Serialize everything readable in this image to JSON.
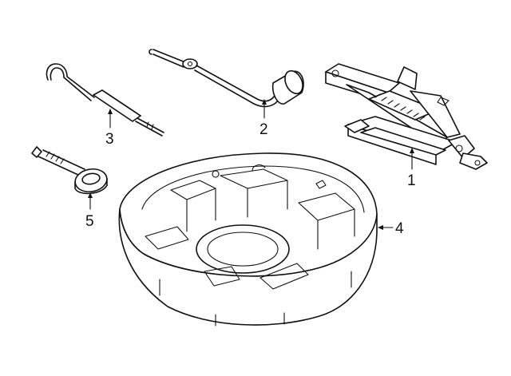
{
  "diagram": {
    "parts": [
      {
        "key": "jack",
        "callout": "1",
        "icon": "scissor-jack-icon"
      },
      {
        "key": "handle",
        "callout": "2",
        "icon": "jack-handle-icon"
      },
      {
        "key": "hook",
        "callout": "3",
        "icon": "hook-tool-icon"
      },
      {
        "key": "tray",
        "callout": "4",
        "icon": "spare-tire-tray-icon"
      },
      {
        "key": "eye_bolt",
        "callout": "5",
        "icon": "tow-eye-bolt-icon"
      }
    ]
  }
}
